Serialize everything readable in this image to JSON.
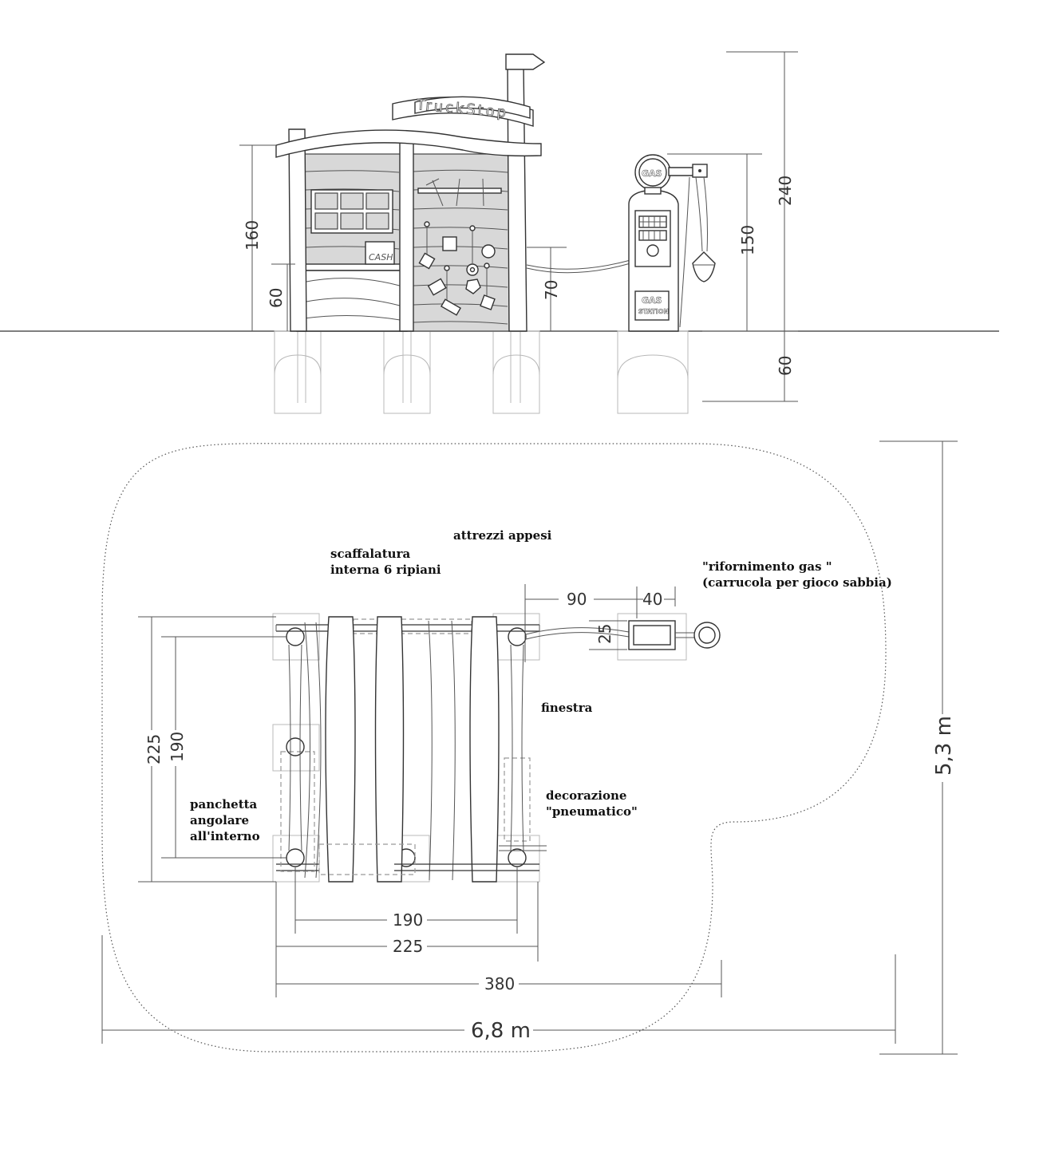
{
  "elevation": {
    "sign_text": "TruckStop",
    "cash_text": "CASH",
    "gas_top_text": "GAS",
    "gas_bottom_text_1": "GAS",
    "gas_bottom_text_2": "STATION",
    "dims": {
      "h240": "240",
      "h160": "160",
      "h150": "150",
      "h70": "70",
      "h60_bench": "60",
      "h60_found": "60"
    }
  },
  "plan": {
    "labels": {
      "attrezzi": "attrezzi appesi",
      "scaffalatura_1": "scaffalatura",
      "scaffalatura_2": "interna 6 ripiani",
      "rifornimento_1": "\"rifornimento gas \"",
      "rifornimento_2": "(carrucola per gioco sabbia)",
      "finestra": "finestra",
      "decorazione_1": "decorazione",
      "decorazione_2": "\"pneumatico\"",
      "panchetta_1": "panchetta",
      "panchetta_2": "angolare",
      "panchetta_3": "all'interno"
    },
    "dims": {
      "d90": "90",
      "d40": "40",
      "d25": "25",
      "d225_v": "225",
      "d190_v": "190",
      "d190_h": "190",
      "d225_h": "225",
      "d380": "380",
      "width_total": "6,8 m",
      "depth_total": "5,3 m"
    }
  }
}
